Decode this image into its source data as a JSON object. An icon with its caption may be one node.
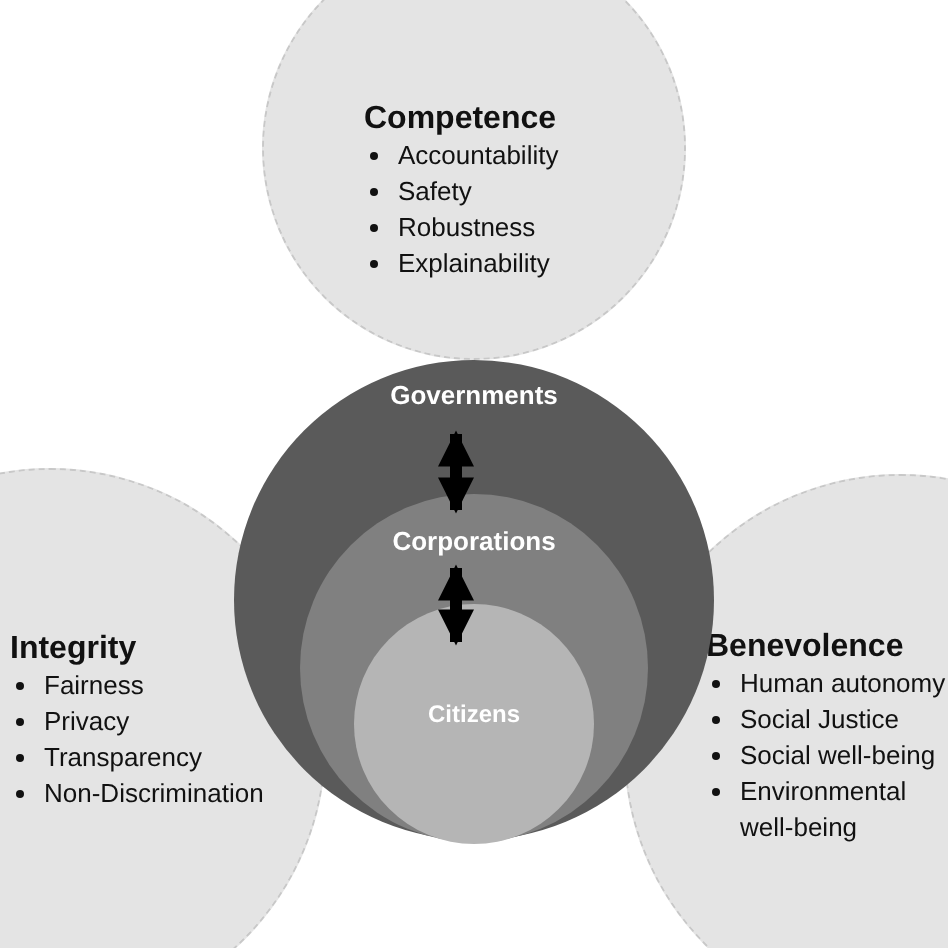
{
  "diagram": {
    "nodes": [
      {
        "text": [
          "Competence",
          "Accountability",
          "Safety",
          "Robustness",
          "Explainability"
        ]
      },
      {
        "text": [
          "Integrity",
          "Fairness",
          "Privacy",
          "Transparency",
          "Non-Discrimination"
        ]
      },
      {
        "text": [
          "Benevolence",
          "Human autonomy",
          "Social Justice",
          "Social well-being",
          "Environmental well-being"
        ]
      },
      {
        "text": [
          "Governments"
        ]
      },
      {
        "text": [
          "Corporations"
        ],
        "in": 3
      },
      {
        "text": [
          "Citizens"
        ],
        "in": 4
      }
    ],
    "edges": [
      {
        "from": 3,
        "to": 4,
        "arrow": "both"
      },
      {
        "from": 4,
        "to": 5,
        "arrow": "both"
      }
    ]
  }
}
